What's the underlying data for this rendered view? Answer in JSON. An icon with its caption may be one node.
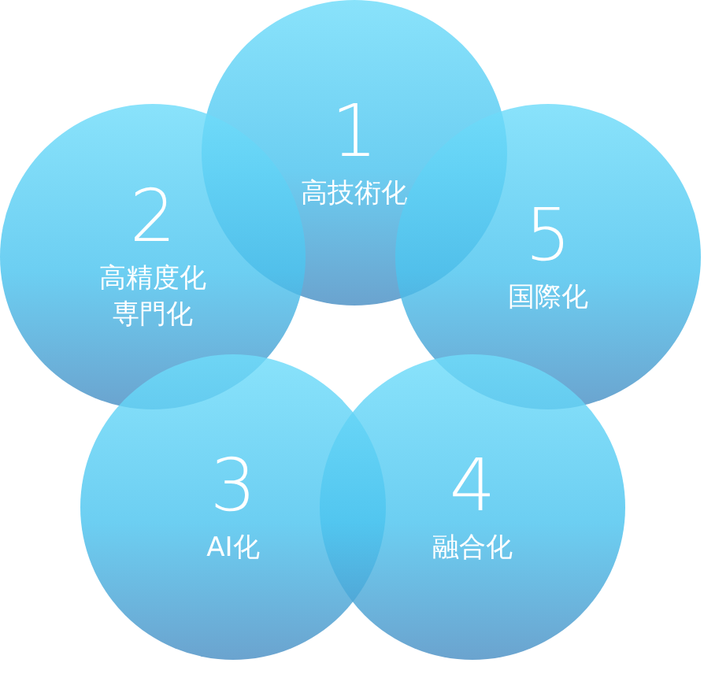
{
  "diagram": {
    "nodes": [
      {
        "text": [
          "1",
          "高技術化"
        ]
      },
      {
        "text": [
          "2",
          "高精度化専門化"
        ]
      },
      {
        "text": [
          "5",
          "国際化"
        ]
      },
      {
        "text": [
          "3",
          "AI化"
        ]
      },
      {
        "text": [
          "4",
          "融合化"
        ]
      }
    ]
  }
}
